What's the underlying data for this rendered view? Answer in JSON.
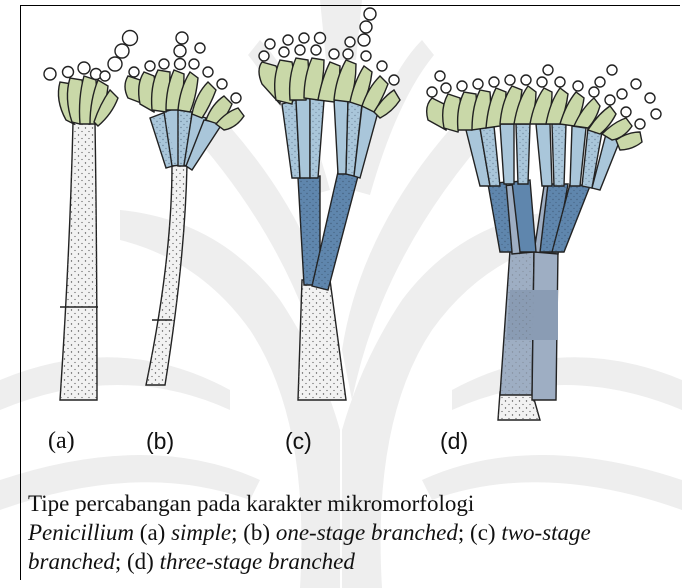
{
  "labels": {
    "a": "(a)",
    "b": "(b)",
    "c": "(c)",
    "d": "(d)"
  },
  "caption": {
    "line1": "Tipe percabangan pada karakter mikromorfologi",
    "genus": "Penicillium",
    "a_label": " (a) ",
    "a_text": "simple",
    "b_label": "; (b) ",
    "b_text": "one-stage branched",
    "c_label": "; (c) ",
    "c_text": "two-stage branched",
    "d_label": "; (d) ",
    "d_text": "three-stage branched"
  },
  "colors": {
    "phialide": "#c9d8a8",
    "metula": "#a9c6da",
    "ramus": "#5f86ad",
    "stipe_d": "#9eaec3",
    "stipe": "#f2f2f2",
    "watermark": "#eeeeee"
  }
}
